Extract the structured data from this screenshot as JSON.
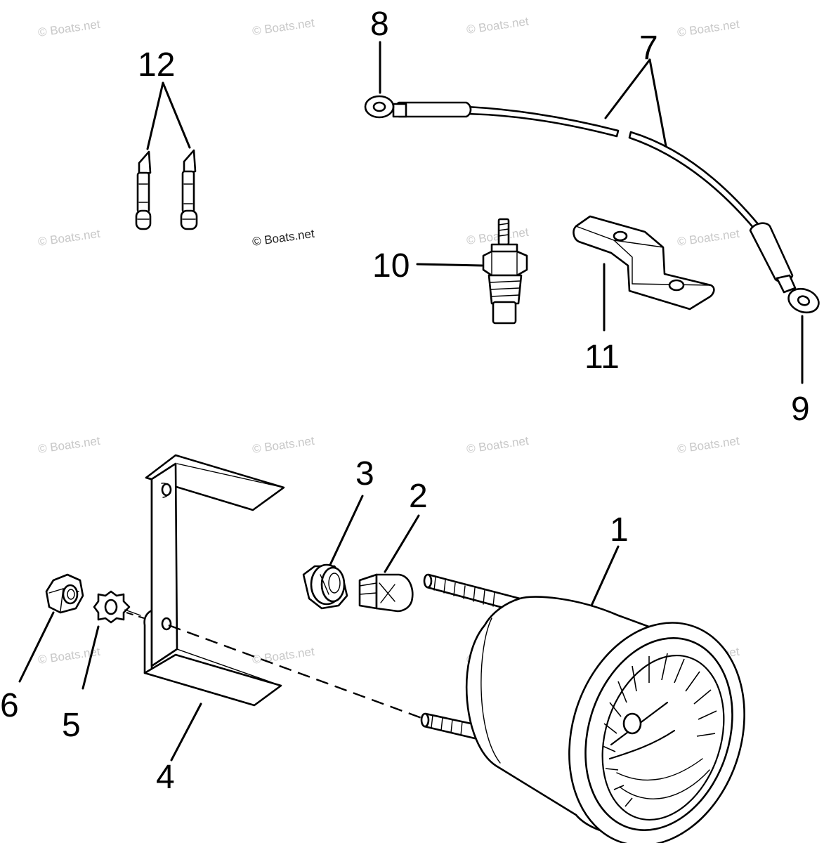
{
  "watermark": {
    "text": "© Boats.net",
    "color": "#c8c8c8"
  },
  "callouts": {
    "c1": "1",
    "c2": "2",
    "c3": "3",
    "c4": "4",
    "c5": "5",
    "c6": "6",
    "c7": "7",
    "c8": "8",
    "c9": "9",
    "c10": "10",
    "c11": "11",
    "c12": "12"
  },
  "colors": {
    "line": "#000000",
    "background": "#ffffff"
  }
}
